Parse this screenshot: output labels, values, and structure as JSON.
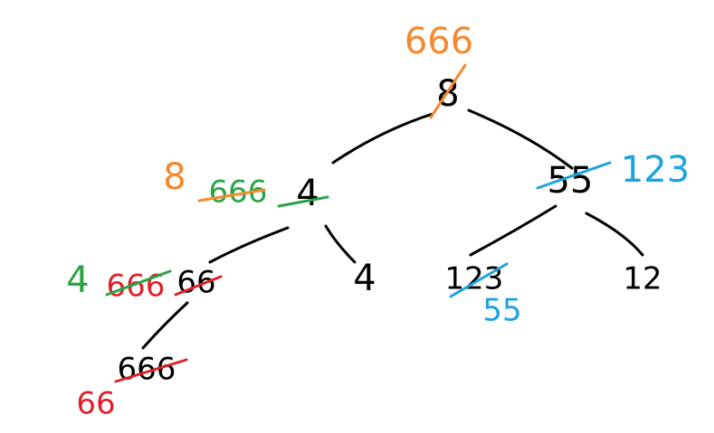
{
  "colors": {
    "black": "#000000",
    "orange": "#f5892f",
    "green": "#2aa345",
    "red": "#e0202a",
    "blue": "#1ba3e0"
  },
  "nodes": {
    "root": {
      "value": "8",
      "replacement": "666"
    },
    "left": {
      "value": "4",
      "history": [
        "8",
        "666"
      ]
    },
    "right": {
      "value": "55",
      "replacement": "123"
    },
    "left_left": {
      "value": "66",
      "history": [
        "4",
        "666"
      ]
    },
    "left_right": {
      "value": "4"
    },
    "right_left": {
      "value": "123",
      "replacement": "55"
    },
    "right_right": {
      "value": "12"
    },
    "left_left_left": {
      "value": "666",
      "replacement": "66"
    }
  }
}
